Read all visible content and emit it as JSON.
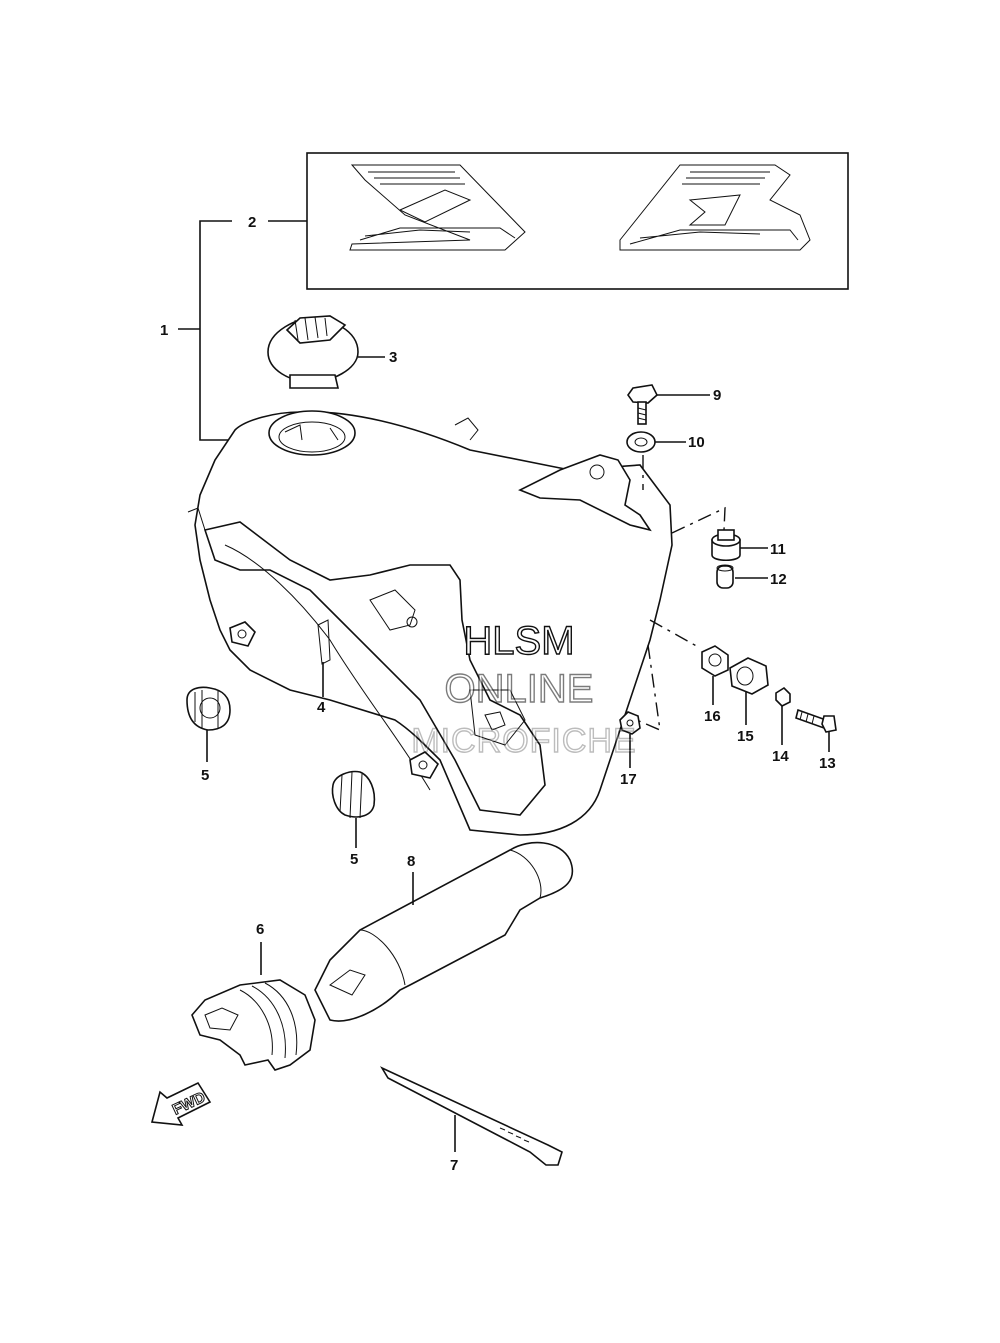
{
  "labels": {
    "p1": "1",
    "p2": "2",
    "p3": "3",
    "p4": "4",
    "p5a": "5",
    "p5b": "5",
    "p6": "6",
    "p7": "7",
    "p8": "8",
    "p9": "9",
    "p10": "10",
    "p11": "11",
    "p12": "12",
    "p13": "13",
    "p14": "14",
    "p15": "15",
    "p16": "16",
    "p17": "17"
  },
  "fwd": "FWD",
  "watermark": {
    "line1": "HLSM",
    "line2": "ONLINE",
    "line3": "MICROFICHE"
  }
}
